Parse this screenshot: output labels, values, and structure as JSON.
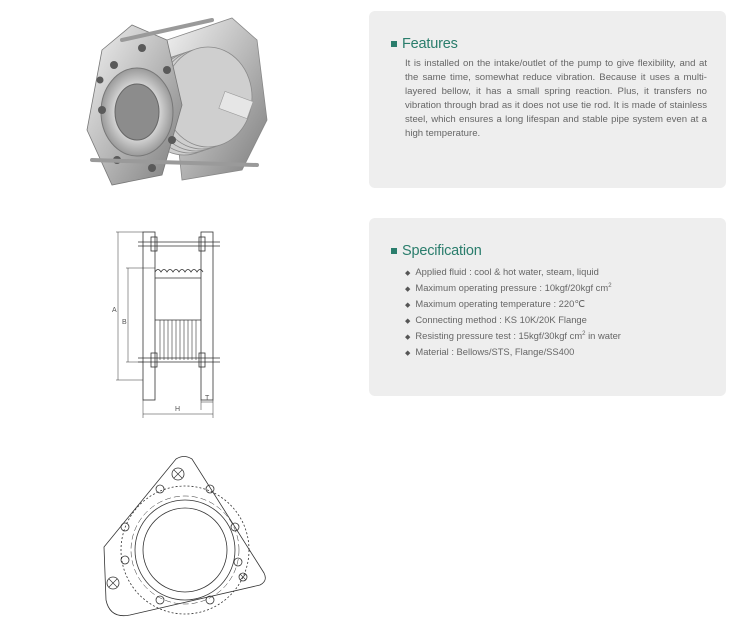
{
  "features": {
    "title": "Features",
    "body": "It is installed on the intake/outlet of the pump to give flexibility, and at the same time, somewhat reduce vibration. Because it uses a multi-layered bellow, it has a small spring reaction. Plus, it transfers no vibration through brad as it does not use tie rod. It is made of stainless steel, which ensures a long lifespan and stable pipe system even at a high temperature."
  },
  "specification": {
    "title": "Specification",
    "bullet": "◆",
    "items": [
      {
        "text": "Applied fluid : cool & hot water, steam, liquid",
        "sup": ""
      },
      {
        "text": "Maximum operating pressure : 10kgf/20kgf cm",
        "sup": "2"
      },
      {
        "text": "Maximum operating temperature : 220℃",
        "sup": ""
      },
      {
        "text": "Connecting method : KS 10K/20K Flange",
        "sup": ""
      },
      {
        "text": "Resisting pressure test : 15kgf/30kgf cm",
        "sup": "2",
        "after": " in water"
      },
      {
        "text": "Material : Bellows/STS, Flange/SS400",
        "sup": ""
      }
    ]
  },
  "drawing": {
    "dim_a": "A",
    "dim_b": "B",
    "dim_h": "H",
    "dim_t": "T"
  },
  "colors": {
    "accent": "#2a7d6c",
    "panel": "#eeeeee"
  }
}
